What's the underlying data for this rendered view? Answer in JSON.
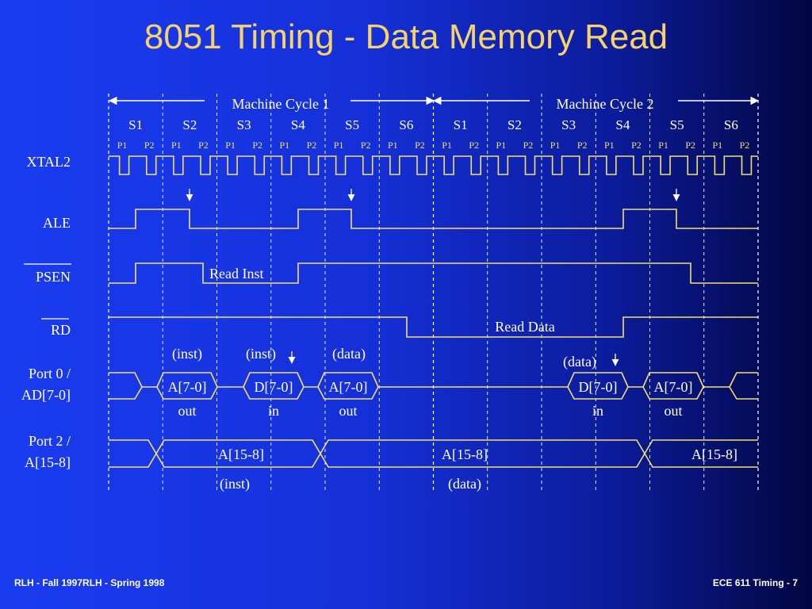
{
  "slide": {
    "title": "8051 Timing - Data Memory Read",
    "footer_left": "RLH - Fall 1997RLH  -  Spring 1998",
    "footer_right": "ECE 611  Timing - 7"
  },
  "colors": {
    "signal": "#f2e070",
    "text": "#ffffff",
    "phase_text": "#f2e070",
    "title": "#f5d36a"
  },
  "diagram": {
    "machine_cycles": [
      "Machine Cycle 1",
      "Machine Cycle 2"
    ],
    "states": [
      "S1",
      "S2",
      "S3",
      "S4",
      "S5",
      "S6",
      "S1",
      "S2",
      "S3",
      "S4",
      "S5",
      "S6"
    ],
    "phases": [
      "P1",
      "P2"
    ],
    "signals": [
      "XTAL2",
      "ALE",
      "PSEN",
      "RD",
      "Port 0 /",
      "AD[7-0]",
      "Port 2 /",
      "A[15-8]"
    ],
    "annotations": {
      "read_inst": "Read Inst",
      "read_data": "Read Data",
      "port0_top": [
        "(inst)",
        "(inst)",
        "(data)",
        "(data)"
      ],
      "port0_bus": [
        "A[7-0]",
        "D[7-0]",
        "A[7-0]",
        "D[7-0]",
        "A[7-0]"
      ],
      "port0_dir": [
        "out",
        "in",
        "out",
        "in",
        "out"
      ],
      "port2_bus": [
        "A[15-8]",
        "A[15-8]",
        "A[15-8]"
      ],
      "port2_bottom": [
        "(inst)",
        "(data)"
      ]
    }
  }
}
